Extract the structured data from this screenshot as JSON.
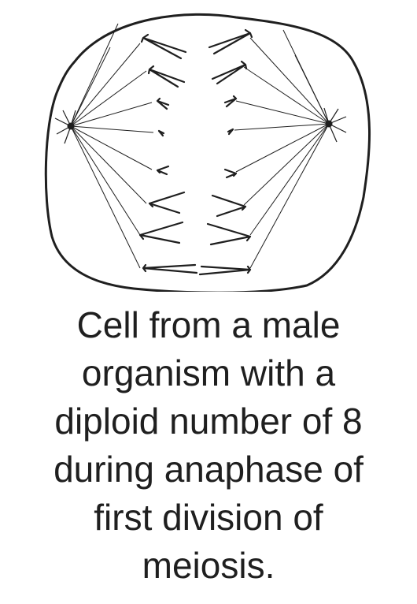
{
  "caption": {
    "lines": [
      "Cell from a male",
      "organism with a",
      "diploid number of 8",
      "during anaphase of",
      "first division of",
      "meiosis."
    ]
  },
  "colors": {
    "ink": "#1f1f1f",
    "background": "#ffffff"
  }
}
